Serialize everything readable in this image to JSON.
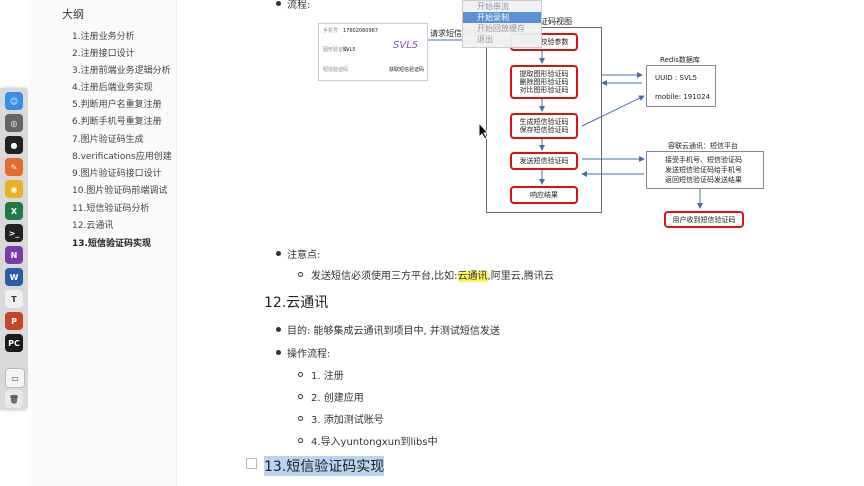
{
  "outline": {
    "title": "大纲",
    "items": [
      "1.注册业务分析",
      "2.注册接口设计",
      "3.注册前端业务逻辑分析",
      "4.注册后端业务实现",
      "5.判断用户名重复注册",
      "6.判断手机号重复注册",
      "7.图片验证码生成",
      "8.verifications应用创建",
      "9.图片验证码接口设计",
      "10.图片验证码前端调试",
      "11.短信验证码分析",
      "12.云通讯",
      "13.短信验证码实现"
    ]
  },
  "dock": [
    "finder",
    "launchpad",
    "obs",
    "pycharm-like",
    "chrome",
    "excel",
    "terminal",
    "onenote",
    "word",
    "typora",
    "powerpoint",
    "pycharm",
    "preview",
    "trash"
  ],
  "content": {
    "flow_label": "流程:",
    "diagram": {
      "title": "短信验证码视图",
      "request_label": "请求短信验证码",
      "steps": [
        "接收，校验参数",
        "提取图形验证码\n删除图形验证码\n对比图形验证码",
        "生成短信验证码\n保存短信验证码",
        "发送短信验证码",
        "响应结果"
      ],
      "redis_title": "Redis数据库",
      "redis_lines": [
        "UUID : SVL5",
        "mobile: 191024"
      ],
      "cloud_title": "容联云通讯：短信平台",
      "cloud_lines": [
        "接受手机号、短信验证码",
        "发送短信验证码给手机号",
        "返回短信验证码发送结果"
      ],
      "user_box": "用户收到短信验证码",
      "form_rows": [
        "手机号",
        "图形验证码",
        "短信验证码"
      ],
      "form_values": [
        "17602060967",
        "SVL5",
        ""
      ],
      "captcha_text": "SVL5",
      "form_button": "获取短信验证码"
    },
    "note_label": "注意点:",
    "note_prefix": "发送短信必须使用三方平台,比如:",
    "note_highlight": "云通讯",
    "note_suffix": ",阿里云,腾讯云",
    "section12_title": "12.云通讯",
    "purpose": "目的: 能够集成云通讯到项目中, 并测试短信发送",
    "process_label": "操作流程:",
    "steps": [
      "1. 注册",
      "2. 创建应用",
      "3. 添加测试账号",
      "4.导入yuntongxun到libs中"
    ],
    "section13_title": "13.短信验证码实现"
  },
  "context_menu": [
    "开始串流",
    "开始录制",
    "开始回放缓存",
    "退出"
  ]
}
